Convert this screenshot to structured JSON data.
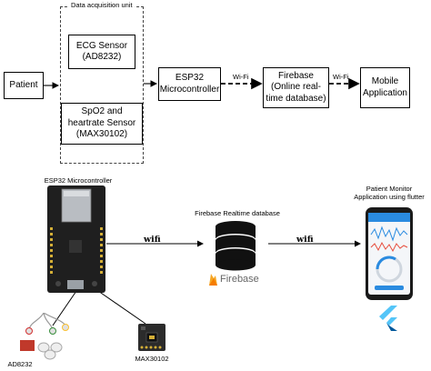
{
  "block_diagram": {
    "unit_label": "Data acquisition unit",
    "patient": "Patient",
    "ecg_sensor": "ECG Sensor\n(AD8232)",
    "spo2_sensor": "SpO2 and\nheartrate Sensor\n(MAX30102)",
    "esp32": "ESP32\nMicrocontroller",
    "wifi_1": "Wi-Fi",
    "firebase": "Firebase\n(Online real-\ntime database)",
    "wifi_2": "Wi-Fi",
    "mobile_app": "Mobile\nApplication"
  },
  "illustration": {
    "esp32_caption": "ESP32 Microcontroller",
    "firebase_caption": "Firebase Realtime database",
    "phone_caption": "Patient Monitor\nApplication using flutter",
    "wifi_label_1": "wifi",
    "wifi_label_2": "wifi",
    "firebase_logo_text": "Firebase",
    "ad8232_caption": "AD8232",
    "max30102_caption": "MAX30102"
  },
  "colors": {
    "board": "#1f1f1f",
    "database": "#111111",
    "firebase_flame": "#f5a623",
    "flutter_light": "#54c5f8",
    "flutter_dark": "#01579b",
    "sensor_red": "#c0392b",
    "phone_accent": "#2a8be0"
  }
}
